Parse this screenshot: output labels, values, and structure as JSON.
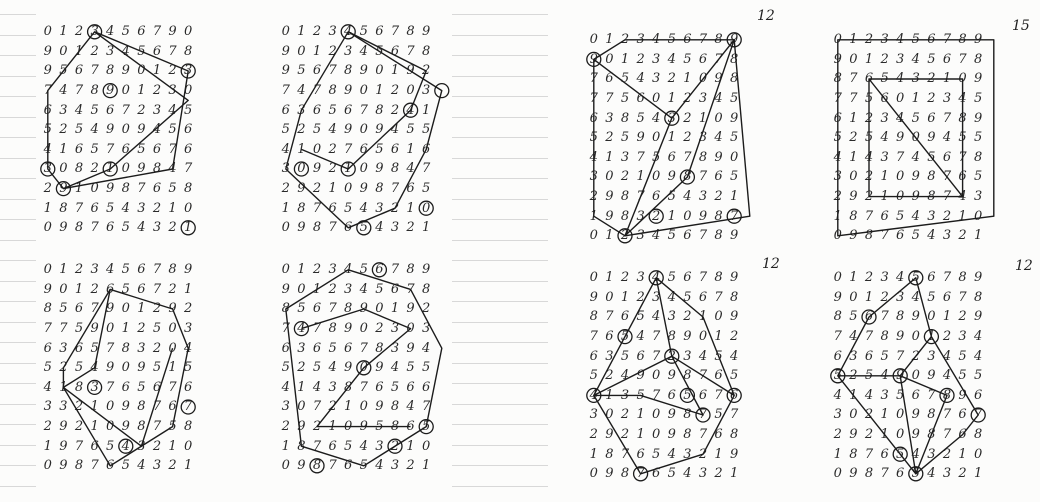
{
  "page_numbers": {
    "top_left_sheet": "12",
    "top_right_sheet": "15",
    "bottom_left_sheet": "12",
    "bottom_right_sheet": "12"
  },
  "grids": [
    {
      "id": "grid-top-left-a",
      "rows": [
        "0 1 2 3 4 5 6 7 9 0",
        "9 0 1 2 3 4 5 6 7 8",
        "9 5 6 7 8 9 0 1 2 3",
        "7 4 7 8 9 0 1 2 3 0",
        "6 3 4 5 6 7 2 3 4 5",
        "5 2 5 4 9 0 9 4 5 6",
        "4 1 6 5 7 6 5 6 7 6",
        "3 0 8 2 1 0 9 8 4 7",
        "2 9 1 0 9 8 7 6 5 8",
        "1 8 7 6 5 4 3 2 1 0",
        "0 9 8 7 6 5 4 3 2 1"
      ]
    },
    {
      "id": "grid-top-left-b",
      "rows": [
        "0 1 2 3 4 5 6 7 8 9",
        "9 0 1 2 3 4 5 6 7 8",
        "9 5 6 7 8 9 0 1 9 2",
        "7 4 7 8 9 0 1 2 0 3",
        "6 3 6 5 6 7 8 2 4 1",
        "5 2 5 4 9 0 9 4 5 5",
        "4 1 0 2 7 6 5 6 1 6",
        "3 0 9 2 1 0 9 8 4 7",
        "2 9 2 1 0 9 8 7 6 5",
        "1 8 7 6 5 4 3 2 1 0",
        "0 9 8 7 6 5 4 3 2 1"
      ]
    },
    {
      "id": "grid-top-right-a",
      "rows": [
        "0 1 2 3 4 5 6 7 8 9",
        "9 0 1 2 3 4 5 6 7 8",
        "7 6 5 4 3 2 1 0 9 8",
        "7 7 5 6 0 1 2 3 4 5",
        "6 3 8 5 4 3 2 1 0 9",
        "5 2 5 9 0 1 2 3 4 5",
        "4 1 3 7 5 6 7 8 9 0",
        "3 0 2 1 0 9 8 7 6 5",
        "2 9 8 7 6 5 4 3 2 1",
        "1 9 8 3 2 1 0 9 8 7",
        "0 1 2 3 4 5 6 7 8 9"
      ]
    },
    {
      "id": "grid-top-right-b",
      "rows": [
        "0 1 2 3 4 5 6 7 8 9",
        "9 0 1 2 3 4 5 6 7 8",
        "8 7 6 5 4 3 2 1 0 9",
        "7 7 5 6 0 1 2 3 4 5",
        "6 1 2 3 4 5 6 7 8 9",
        "5 2 5 4 9 0 9 4 5 5",
        "4 1 4 3 7 4 5 6 7 8",
        "3 0 2 1 0 9 8 7 6 5",
        "2 9 2 1 0 9 8 7 4 3",
        "1 8 7 6 5 4 3 2 1 0",
        "0 9 8 7 6 5 4 3 2 1"
      ]
    },
    {
      "id": "grid-bottom-left-a",
      "rows": [
        "0 1 2 3 4 5 6 7 8 9",
        "9 0 1 2 6 5 6 7 2 1",
        "8 5 6 7 9 0 1 2 9 2",
        "7 7 5 9 0 1 2 5 0 3",
        "6 3 6 5 7 8 3 2 0 4",
        "5 2 5 4 9 0 9 5 1 5",
        "4 1 8 3 7 6 5 6 7 6",
        "3 3 2 1 0 9 8 7 6 7",
        "2 9 2 1 0 9 8 7 5 8",
        "1 9 7 6 5 4 3 2 1 0",
        "0 9 8 7 6 5 4 3 2 1"
      ]
    },
    {
      "id": "grid-bottom-left-b",
      "rows": [
        "0 1 2 3 4 5 6 7 8 9",
        "9 0 1 2 3 4 5 6 7 8",
        "8 5 6 7 8 9 0 1 9 2",
        "7 4 7 8 9 0 2 3 0 3",
        "6 3 6 5 6 7 8 3 9 4",
        "5 2 5 4 9 0 9 4 5 5",
        "4 1 4 3 8 7 6 5 6 6",
        "3 0 7 2 1 0 9 8 4 7",
        "2 9 2 1 0 9 5 8 6 5",
        "1 8 7 6 5 4 3 2 1 0",
        "0 9 8 7 6 5 4 3 2 1"
      ]
    },
    {
      "id": "grid-bottom-right-a",
      "rows": [
        "0 1 2 3 4 5 6 7 8 9",
        "9 0 1 2 3 4 5 6 7 8",
        "8 7 6 5 4 3 2 1 0 9",
        "7 6 5 4 7 8 9 0 1 2",
        "6 3 5 6 7 2 3 4 5 4",
        "5 2 4 9 0 9 8 7 6 5",
        "4 1 3 5 7 6 5 6 7 6",
        "3 0 2 1 0 9 8 7 5 7",
        "2 9 2 1 0 9 8 7 6 8",
        "1 8 7 6 5 4 3 2 1 9",
        "0 9 8 7 6 5 4 3 2 1"
      ]
    },
    {
      "id": "grid-bottom-right-b",
      "rows": [
        "0 1 2 3 4 5 6 7 8 9",
        "9 0 1 2 3 4 5 6 7 8",
        "8 5 6 7 8 9 0 1 2 9",
        "7 4 7 8 9 0 1 2 3 4",
        "6 3 6 5 7 2 3 4 5 4",
        "5 2 5 4 9 0 9 4 5 5",
        "4 1 4 3 5 6 7 8 9 6",
        "3 0 2 1 0 9 8 7 6 7",
        "2 9 2 1 0 9 8 7 6 8",
        "1 8 7 6 5 4 3 2 1 0",
        "0 9 8 7 6 5 4 3 2 1"
      ]
    }
  ]
}
